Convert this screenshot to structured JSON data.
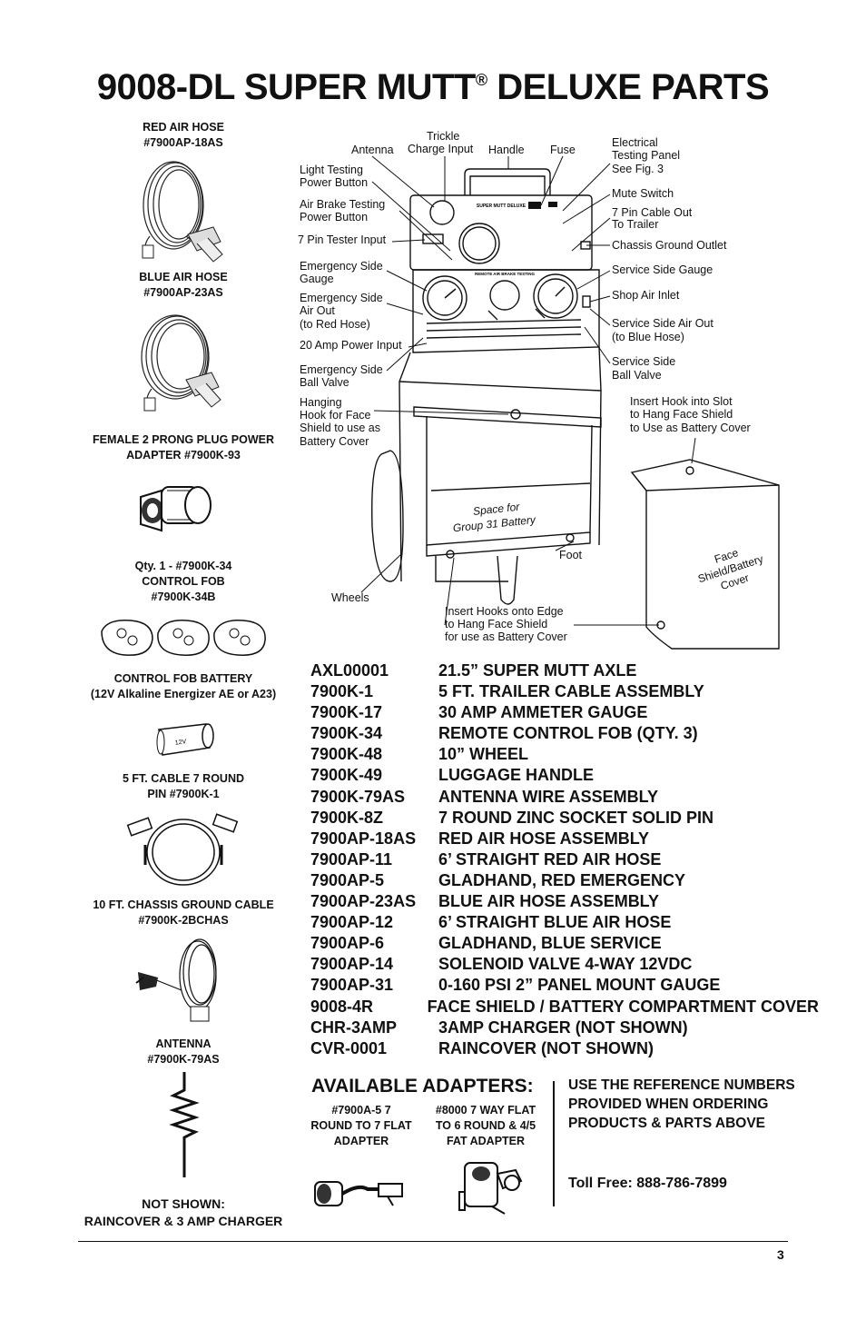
{
  "page": {
    "title_main": "9008-DL SUPER MUTT",
    "title_reg": "®",
    "title_end": " DELUXE PARTS",
    "page_number": "3"
  },
  "left_column": [
    {
      "id": "red_air_hose",
      "line1": "RED AIR HOSE",
      "line2": "#7900AP-18AS"
    },
    {
      "id": "blue_air_hose",
      "line1": "BLUE AIR HOSE",
      "line2": "#7900AP-23AS"
    },
    {
      "id": "plug_adapter",
      "line1": "FEMALE 2 PRONG PLUG POWER",
      "line2": "ADAPTER #7900K-93"
    },
    {
      "id": "control_fob",
      "line1": "Qty. 1 - #7900K-34",
      "line2": "CONTROL FOB",
      "line3": "#7900K-34B"
    },
    {
      "id": "fob_battery",
      "line1": "CONTROL FOB BATTERY",
      "line2": "(12V Alkaline Energizer AE or A23)"
    },
    {
      "id": "cable_7pin",
      "line1": "5 FT. CABLE 7 ROUND",
      "line2": "PIN #7900K-1"
    },
    {
      "id": "ground_cable",
      "line1": "10 FT. CHASSIS GROUND CABLE",
      "line2": "#7900K-2BCHAS"
    },
    {
      "id": "antenna",
      "line1": "ANTENNA",
      "line2": "#7900K-79AS"
    },
    {
      "id": "not_shown",
      "line1": "NOT SHOWN:",
      "line2": "RAINCOVER & 3 AMP CHARGER"
    }
  ],
  "battery_label": "12V",
  "diagram_labels": {
    "antenna": "Antenna",
    "trickle1": "Trickle",
    "trickle2": "Charge Input",
    "handle": "Handle",
    "fuse": "Fuse",
    "electrical1": "Electrical",
    "electrical2": "Testing Panel",
    "electrical3": "See Fig. 3",
    "light1": "Light Testing",
    "light2": "Power Button",
    "airbrake1": "Air Brake Testing",
    "airbrake2": "Power Button",
    "pin7input": "7 Pin Tester Input",
    "emergauge1": "Emergency Side",
    "emergauge2": "Gauge",
    "emerair1": "Emergency Side",
    "emerair2": "Air Out",
    "emerair3": "(to Red Hose)",
    "amp20": "20 Amp Power Input",
    "emerball1": "Emergency Side",
    "emerball2": "Ball Valve",
    "hanging1": "Hanging",
    "hanging2": "Hook for Face",
    "hanging3": "Shield to use as",
    "hanging4": "Battery Cover",
    "mute": "Mute Switch",
    "cable1": "7 Pin Cable Out",
    "cable2": "To Trailer",
    "chassis": "Chassis Ground Outlet",
    "servgauge": "Service Side Gauge",
    "shopair": "Shop Air Inlet",
    "servair1": "Service Side Air Out",
    "servair2": "(to Blue Hose)",
    "servball1": "Service Side",
    "servball2": "Ball Valve",
    "insertslot1": "Insert Hook into Slot",
    "insertslot2": "to Hang Face Shield",
    "insertslot3": "to Use as Battery Cover",
    "space1": "Space for",
    "space2": "Group 31 Battery",
    "foot": "Foot",
    "wheels": "Wheels",
    "insertedge1": "Insert Hooks onto Edge",
    "insertedge2": "to Hang Face Shield",
    "insertedge3": "for use as Battery Cover",
    "cover1": "Face",
    "cover2": "Shield/Battery",
    "cover3": "Cover",
    "panel_title": "SUPER MUTT DELUXE",
    "panel_sub": "REMOTE AIR BRAKE TESTING"
  },
  "parts": [
    {
      "num": "AXL00001",
      "desc": "21.5” SUPER MUTT AXLE"
    },
    {
      "num": "7900K-1",
      "desc": "5 FT. TRAILER CABLE ASSEMBLY"
    },
    {
      "num": "7900K-17",
      "desc": "30 AMP AMMETER GAUGE"
    },
    {
      "num": "7900K-34",
      "desc": "REMOTE CONTROL FOB (QTY. 3)"
    },
    {
      "num": "7900K-48",
      "desc": "10” WHEEL"
    },
    {
      "num": "7900K-49",
      "desc": "LUGGAGE HANDLE"
    },
    {
      "num": "7900K-79AS",
      "desc": "ANTENNA WIRE ASSEMBLY"
    },
    {
      "num": "7900K-8Z",
      "desc": "7 ROUND ZINC SOCKET SOLID PIN"
    },
    {
      "num": "7900AP-18AS",
      "desc": "RED AIR HOSE ASSEMBLY"
    },
    {
      "num": "7900AP-11",
      "desc": "6’ STRAIGHT RED AIR HOSE"
    },
    {
      "num": "7900AP-5",
      "desc": "GLADHAND, RED EMERGENCY"
    },
    {
      "num": "7900AP-23AS",
      "desc": "BLUE AIR HOSE ASSEMBLY"
    },
    {
      "num": "7900AP-12",
      "desc": "6’ STRAIGHT BLUE AIR HOSE"
    },
    {
      "num": "7900AP-6",
      "desc": "GLADHAND, BLUE SERVICE"
    },
    {
      "num": "7900AP-14",
      "desc": "SOLENOID VALVE 4-WAY 12VDC"
    },
    {
      "num": "7900AP-31",
      "desc": "0-160 PSI 2” PANEL MOUNT GAUGE"
    },
    {
      "num": "9008-4R",
      "desc": "FACE SHIELD / BATTERY COMPARTMENT COVER"
    },
    {
      "num": "CHR-3AMP",
      "desc": "3AMP CHARGER (NOT SHOWN)"
    },
    {
      "num": "CVR-0001",
      "desc": "RAINCOVER (NOT SHOWN)"
    }
  ],
  "adapters": {
    "title": "AVAILABLE ADAPTERS:",
    "a1_line1": "#7900A-5 7",
    "a1_line2": "ROUND TO 7 FLAT",
    "a1_line3": "ADAPTER",
    "a2_line1": "#8000 7 WAY FLAT",
    "a2_line2": "TO 6 ROUND & 4/5",
    "a2_line3": "FAT ADAPTER"
  },
  "ordering": {
    "note": "USE THE REFERENCE NUMBERS PROVIDED WHEN ORDERING PRODUCTS & PARTS ABOVE",
    "toll_free": "Toll Free: 888-786-7899"
  }
}
